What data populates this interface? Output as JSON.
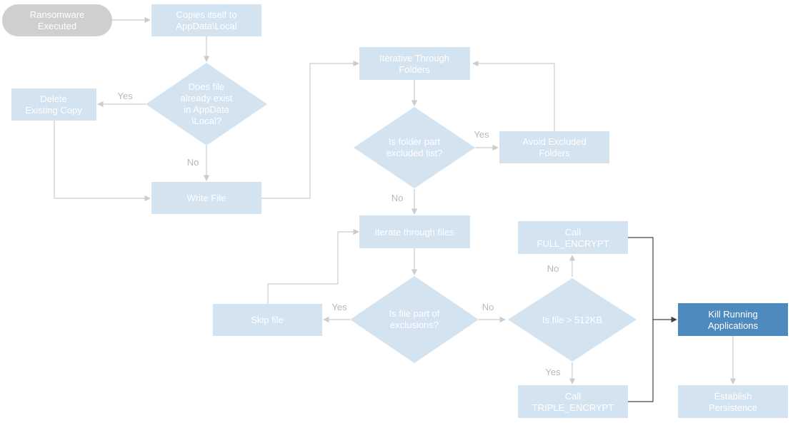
{
  "colors": {
    "box_light": "#d3e3f0",
    "box_highlight": "#4e8abe",
    "box_start": "#cfcfcf",
    "arrow_light": "#cccccc",
    "arrow_dark": "#444444",
    "node_text": "#ffffff",
    "edge_label": "#b8b8b8"
  },
  "nodes": {
    "ransomware_executed": {
      "lines": [
        "Ransomware",
        "Executed"
      ]
    },
    "copies_itself": {
      "lines": [
        "Copies itself to",
        "AppData\\Local"
      ]
    },
    "does_file_exist": {
      "lines": [
        "Does file",
        "already exist",
        "in AppData",
        "\\Local?"
      ]
    },
    "delete_existing_copy": {
      "lines": [
        "Delete",
        "Existing Copy"
      ]
    },
    "write_file": {
      "lines": [
        "Write File"
      ]
    },
    "iterative_through_folders": {
      "lines": [
        "Iterative Through",
        "Folders"
      ]
    },
    "is_folder_excluded": {
      "lines": [
        "Is folder part",
        "excluded list?"
      ]
    },
    "avoid_excluded_folders": {
      "lines": [
        "Avoid Excluded",
        "Folders"
      ]
    },
    "iterate_through_files": {
      "lines": [
        "Iterate through files"
      ]
    },
    "is_file_exclusion": {
      "lines": [
        "Is file part of",
        "exclusions?"
      ]
    },
    "skip_file": {
      "lines": [
        "Skip file"
      ]
    },
    "is_file_512kb": {
      "lines": [
        "Is file > 512KB"
      ]
    },
    "call_full_encrypt": {
      "lines": [
        "Call",
        "FULL_ENCRYPT"
      ]
    },
    "call_triple_encrypt": {
      "lines": [
        "Call",
        "TRIPLE_ENCRYPT"
      ]
    },
    "kill_running_applications": {
      "lines": [
        "Kill Running",
        "Applications"
      ]
    },
    "establish_persistence": {
      "lines": [
        "Establish",
        "Persistence"
      ]
    }
  },
  "edge_labels": {
    "exist_yes": "Yes",
    "exist_no": "No",
    "folder_yes": "Yes",
    "folder_no": "No",
    "file_excl_yes": "Yes",
    "file_excl_no": "No",
    "size_no": "No",
    "size_yes": "Yes"
  }
}
